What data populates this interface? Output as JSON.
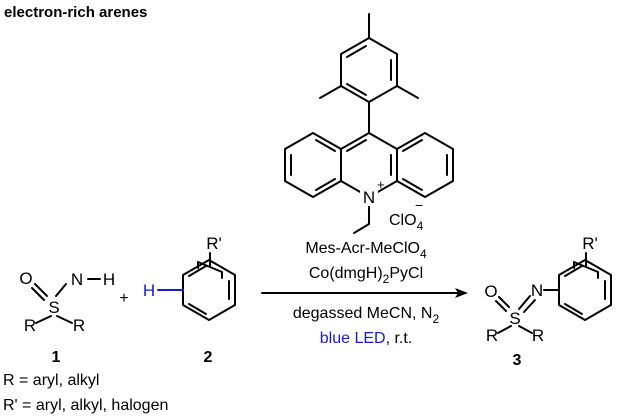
{
  "title": "electron-rich arenes",
  "catalyst": {
    "charge": "+",
    "nitrogen": "N",
    "counterion_text": "ClO",
    "counterion_sub": "4",
    "counterion_charge": "−"
  },
  "sulfonimidamide": {
    "O": "O",
    "S": "S",
    "N": "N",
    "H": "H",
    "R1": "R",
    "R2": "R",
    "number": "1"
  },
  "plus": "+",
  "arene": {
    "H": "H",
    "substituent": "R'",
    "number": "2"
  },
  "conditions": {
    "line1": "Mes-Acr-MeClO",
    "line1_sub": "4",
    "line2_a": "Co(dmgH)",
    "line2_sub": "2",
    "line2_b": "PyCl",
    "line3_a": "degassed MeCN, N",
    "line3_sub": "2",
    "line4_blue": "blue LED",
    "line4_rest": ", r.t."
  },
  "product": {
    "O": "O",
    "S": "S",
    "N": "N",
    "R1": "R",
    "R2": "R",
    "substituent": "R'",
    "number": "3"
  },
  "footnotes": {
    "r_def": "R = aryl, alkyl",
    "rprime_def": "R' = aryl, alkyl, halogen"
  },
  "colors": {
    "blue": "#1a1ad6",
    "black": "#000000"
  }
}
